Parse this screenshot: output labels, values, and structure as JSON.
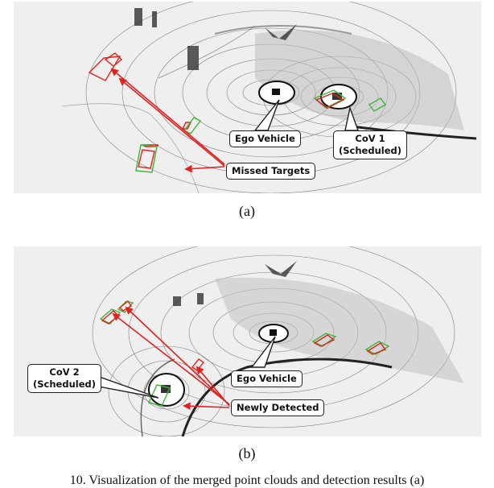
{
  "figure": {
    "panel_a": {
      "sublabel": "(a)",
      "callouts": {
        "ego_vehicle": "Ego Vehicle",
        "cov1_line1": "CoV 1",
        "cov1_line2": "(Scheduled)",
        "missed_targets": "Missed Targets"
      }
    },
    "panel_b": {
      "sublabel": "(b)",
      "callouts": {
        "ego_vehicle": "Ego Vehicle",
        "cov2_line1": "CoV 2",
        "cov2_line2": "(Scheduled)",
        "newly_detected": "Newly Detected"
      }
    },
    "caption_fragment": "10. Visualization of the merged point clouds and detection results (a)"
  },
  "colors": {
    "panel_bg": "#efefef",
    "scan_ring": "#2a2a2a",
    "arrow_red": "#e0211f",
    "box_green": "#3fb43a",
    "box_red": "#e0211f"
  }
}
